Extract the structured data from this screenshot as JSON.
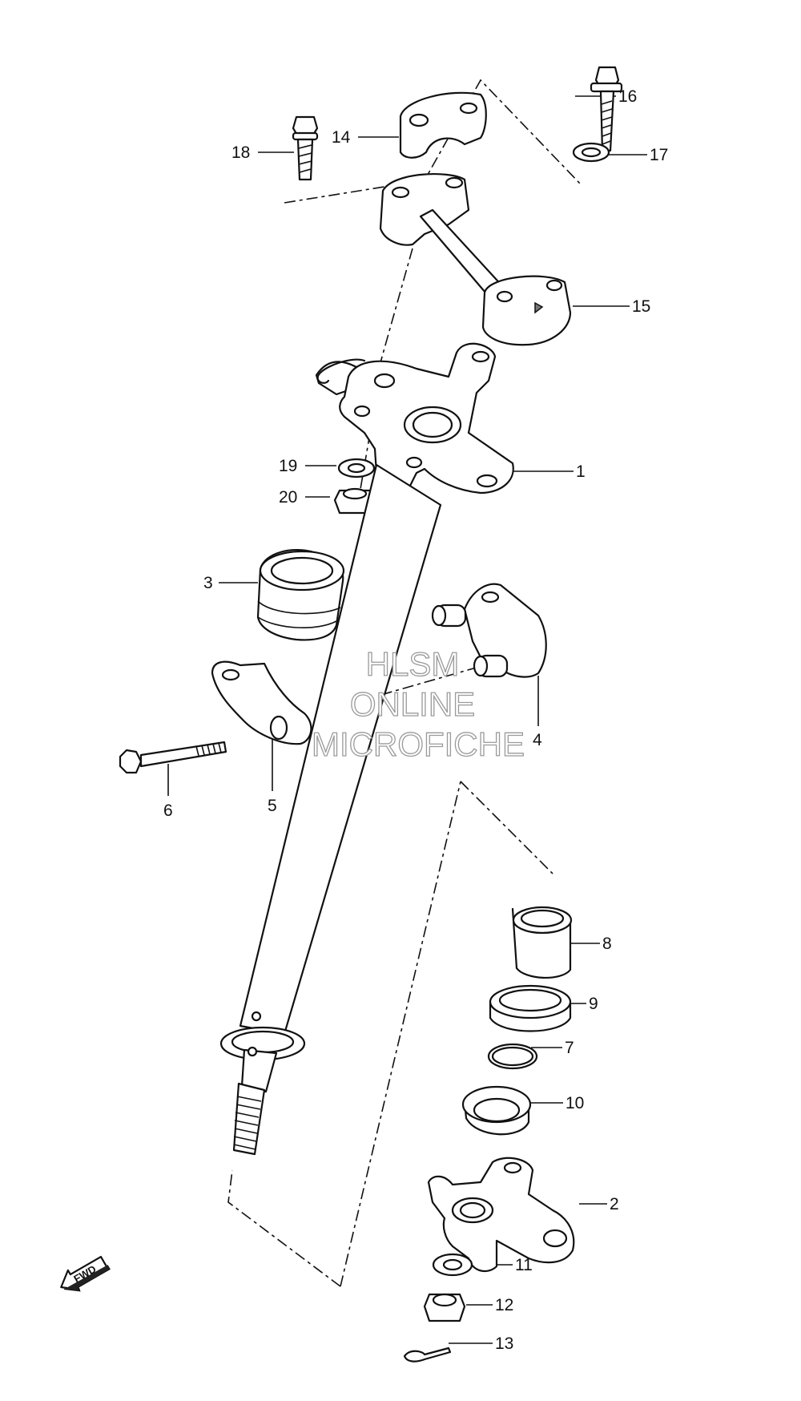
{
  "watermark": {
    "line1": "HLSM",
    "line2": "ONLINE",
    "line3": "MICROFICHE"
  },
  "fwd_label": "FWD",
  "parts": {
    "p1": "1",
    "p2": "2",
    "p3": "3",
    "p4": "4",
    "p5": "5",
    "p6": "6",
    "p7": "7",
    "p8": "8",
    "p9": "9",
    "p10": "10",
    "p11": "11",
    "p12": "12",
    "p13": "13",
    "p14": "14",
    "p15": "15",
    "p16": "16",
    "p17": "17",
    "p18": "18",
    "p19": "19",
    "p20": "20"
  }
}
